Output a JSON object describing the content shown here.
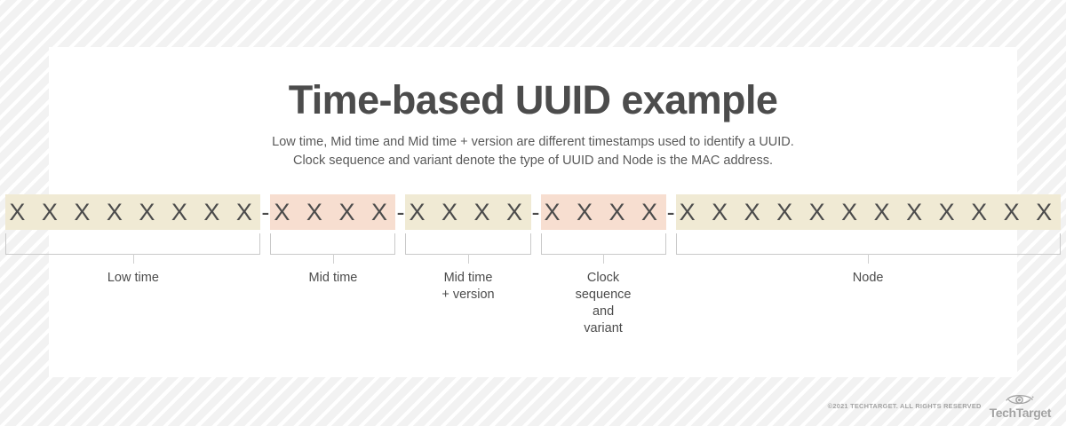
{
  "page": {
    "title": "Time-based UUID example",
    "subtitle_line1": "Low time, Mid time and Mid time + version are different timestamps used to identify a UUID.",
    "subtitle_line2": "Clock sequence and variant denote the type of UUID and Node is the MAC address."
  },
  "colors": {
    "cream": "#f0ead4",
    "pink": "#f7ded0",
    "text": "#4c4c4c",
    "bracket": "#c9c9c9",
    "card": "#ffffff",
    "backdrop": "#f7f7f7"
  },
  "diagram": {
    "separator": "-",
    "placeholder_char": "X",
    "segments": [
      {
        "label": "Low time",
        "chars": "X X X X X X X X",
        "count": 8,
        "highlight": "cream"
      },
      {
        "label": "Mid time",
        "chars": "X X X X",
        "count": 4,
        "highlight": "pink"
      },
      {
        "label": "Mid time\n+ version",
        "chars": "X X X X",
        "count": 4,
        "highlight": "cream"
      },
      {
        "label": "Clock\nsequence\nand\nvariant",
        "chars": "X X X X",
        "count": 4,
        "highlight": "pink"
      },
      {
        "label": "Node",
        "chars": "X X X X X X X X X X X X",
        "count": 12,
        "highlight": "cream"
      }
    ]
  },
  "footer": {
    "copyright": "©2021 TECHTARGET. ALL RIGHTS RESERVED",
    "brand": "TechTarget",
    "logo_icon": "eye-icon"
  }
}
